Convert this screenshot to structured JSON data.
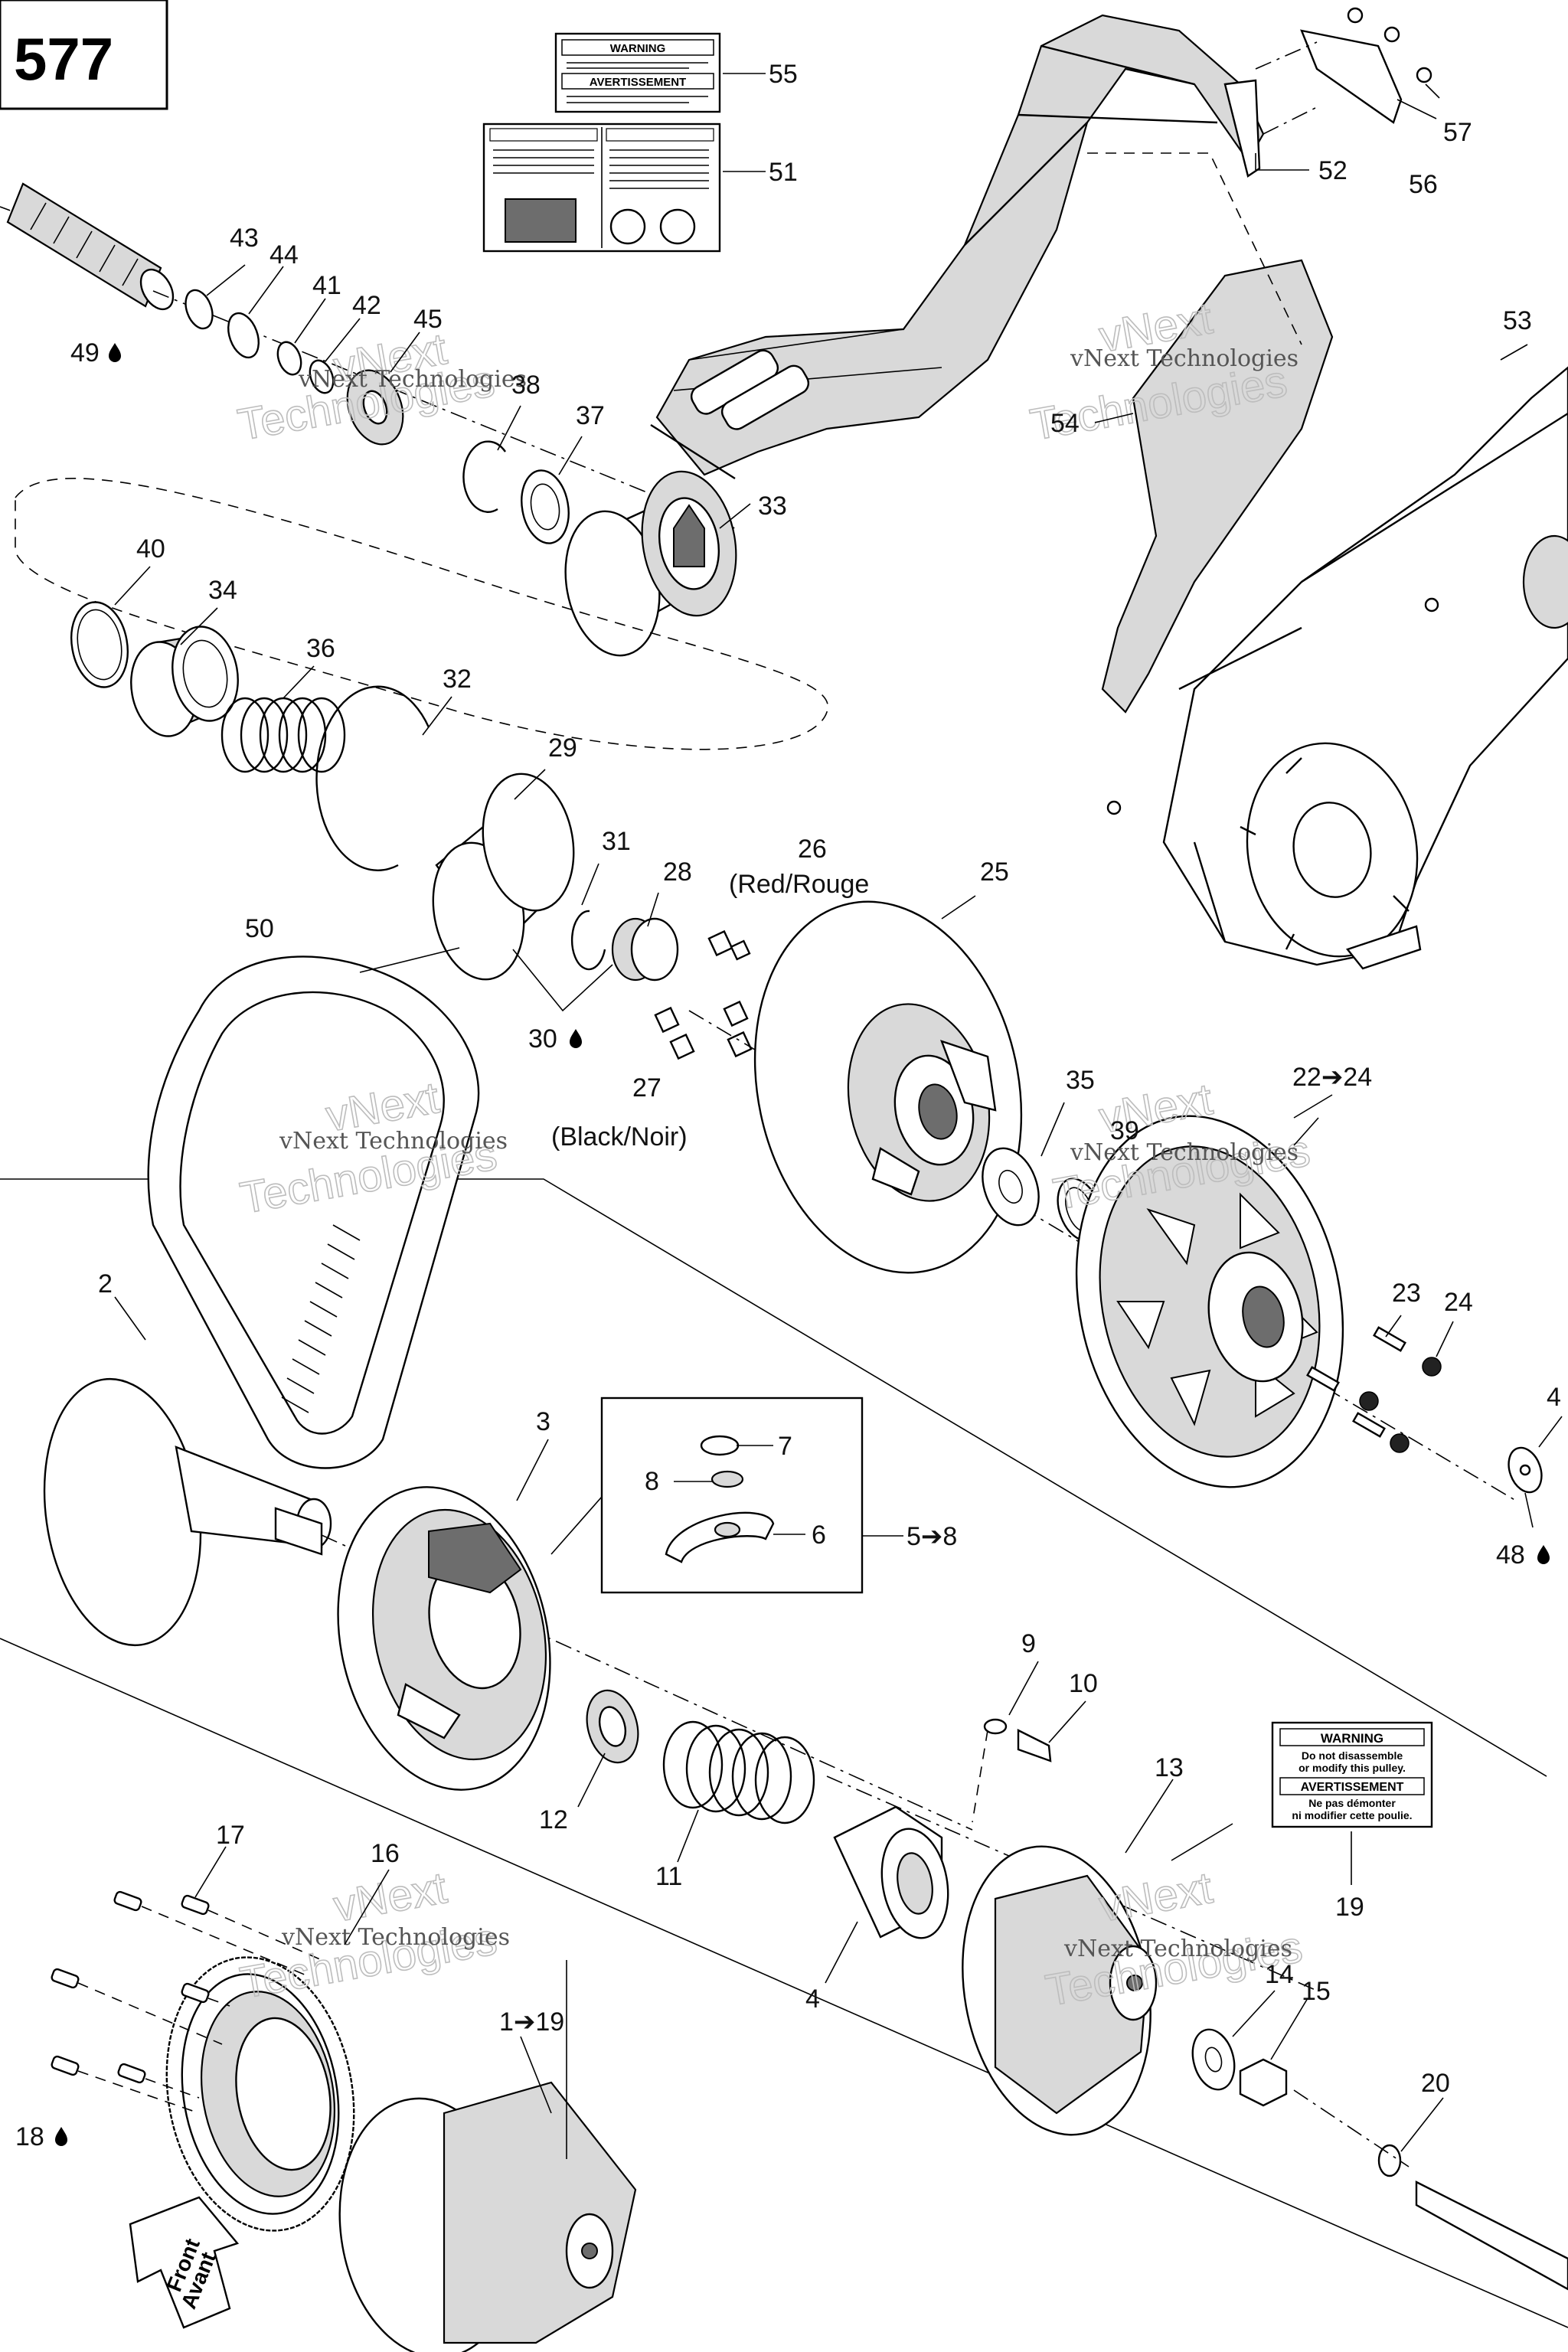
{
  "page_number": "577",
  "labels": {
    "l1": "1➔19",
    "l2": "2",
    "l3": "3",
    "l4a": "4",
    "l4b": "4",
    "l5": "5➔8",
    "l6": "6",
    "l7": "7",
    "l8": "8",
    "l9": "9",
    "l10": "10",
    "l11": "11",
    "l12": "12",
    "l13": "13",
    "l14": "14",
    "l15": "15",
    "l16": "16",
    "l17": "17",
    "l18": "18",
    "l19": "19",
    "l20": "20",
    "l22": "22➔24",
    "l23": "23",
    "l24": "24",
    "l25": "25",
    "l26": "26",
    "l26b": "(Red/Rouge",
    "l27": "27",
    "l27b": "(Black/Noir)",
    "l28": "28",
    "l29": "29",
    "l30": "30",
    "l31": "31",
    "l32": "32",
    "l33": "33",
    "l34": "34",
    "l35": "35",
    "l36": "36",
    "l37": "37",
    "l38": "38",
    "l39": "39",
    "l40": "40",
    "l41": "41",
    "l42": "42",
    "l43": "43",
    "l44": "44",
    "l45": "45",
    "l48": "48",
    "l49": "49",
    "l50": "50",
    "l51": "51",
    "l52": "52",
    "l53": "53",
    "l54": "54",
    "l55": "55",
    "l56": "56",
    "l57": "57"
  },
  "decals": {
    "warning": "WARNING",
    "avertissement": "AVERTISSEMENT",
    "pulley_warning_1": "Do not disassemble",
    "pulley_warning_2": "or modify this pulley.",
    "pulley_avert_1": "Ne pas démonter",
    "pulley_avert_2": "ni modifier cette poulie."
  },
  "front_arrow": {
    "line1": "Front",
    "line2": "Avant"
  },
  "watermark": {
    "text1": "vNext Technologies",
    "text2": "vNext",
    "text3": "Technologies"
  },
  "icons": {
    "oil_drop": "oil-drop-icon",
    "arrow": "range-arrow-icon"
  }
}
